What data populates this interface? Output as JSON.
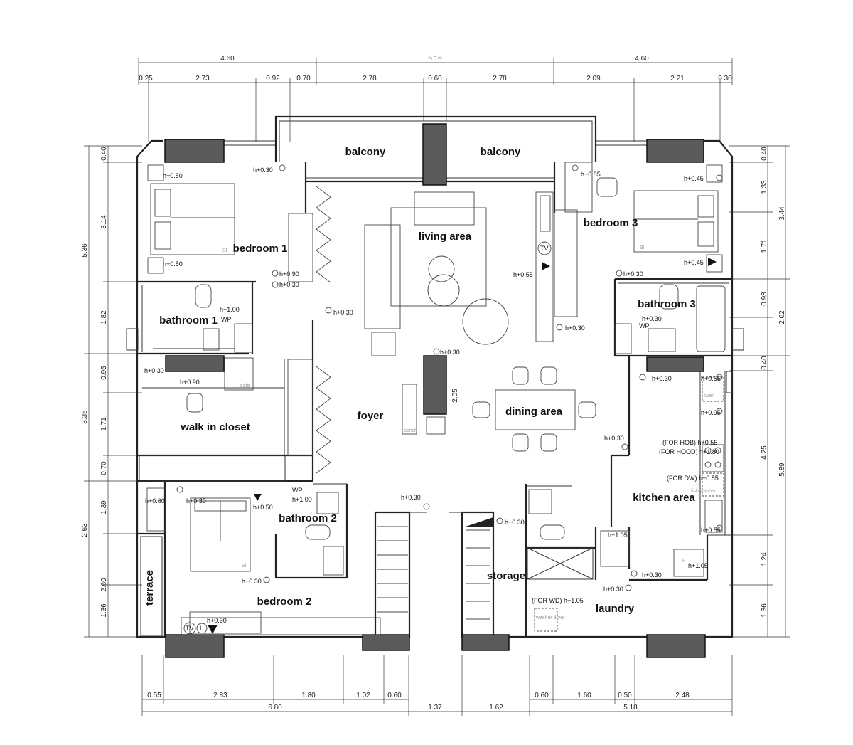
{
  "rooms": {
    "balcony_left": "balcony",
    "balcony_right": "balcony",
    "living": "living area",
    "bedroom1": "bedroom 1",
    "bedroom2": "bedroom 2",
    "bedroom3": "bedroom 3",
    "bathroom1": "bathroom 1",
    "bathroom2": "bathroom 2",
    "bathroom3": "bathroom 3",
    "walk_in": "walk in closet",
    "foyer": "foyer",
    "dining": "dining  area",
    "kitchen": "kitchen  area",
    "storage": "storage",
    "laundry": "laundry",
    "terrace": "terrace"
  },
  "dimensions": {
    "top_overall": [
      "4.60",
      "6.16",
      "4.60"
    ],
    "top_detail": [
      "0.25",
      "2.73",
      "0.92",
      "0.70",
      "2.78",
      "0.60",
      "2.78",
      "2.09",
      "2.21",
      "0.30"
    ],
    "bottom_detail": [
      "0.55",
      "2.83",
      "1.80",
      "1.02",
      "0.60",
      "0.60",
      "1.60",
      "0.50",
      "2.48"
    ],
    "bottom_overall": [
      "6.80",
      "1.37",
      "1.62",
      "5.18"
    ],
    "left_detail": [
      "0.40",
      "3.14",
      "1.82",
      "0.95",
      "1.71",
      "0.70",
      "1.39",
      "2.60",
      "1.36"
    ],
    "left_overall": [
      "5.36",
      "3.36",
      "2.63"
    ],
    "right_detail": [
      "0.40",
      "1.33",
      "1.71",
      "0.93",
      "0.40",
      "4.25",
      "1.24",
      "1.36"
    ],
    "right_overall": [
      "3.44",
      "2.02",
      "5.89"
    ],
    "column_height": "2.05"
  },
  "notes": {
    "h050a": "h+0.50",
    "h050b": "h+0.50",
    "h030_bal": "h+0.30",
    "h085": "h+0.85",
    "h045a": "h+0.45",
    "h045b": "h+0.45",
    "h090": "h+0.90",
    "h030_b1": "h+0.30",
    "h030_closet": "h+0.30",
    "h100": "h+1.00",
    "wp1": "WP",
    "h055_tv": "h+0.55",
    "h030_b3a": "h+0.30",
    "h030_b3b": "h+0.30",
    "wp3": "WP",
    "h030_tv": "h+0.30",
    "h030_col": "h+0.30",
    "h030_wic": "h+0.30",
    "h090_wic": "h+0.90",
    "h030_b3c": "h+0.30",
    "h055_oven": "h+0.55",
    "h095": "h+0.95",
    "hob": "(FOR HOB) h+0.55",
    "hood": "(FOR HOOD) h+1.80",
    "dw": "(FOR DW) h+0.55",
    "h055_k": "h+0.55",
    "h030_k": "h+0.30",
    "h060": "h+0.60",
    "h030_b2": "h+0.30",
    "h050_b2": "h+0.50",
    "wp2": "WP",
    "h100_b2": "h+1.00",
    "h030_foyer": "h+0.30",
    "h030_stor": "h+0.30",
    "h030_b2b": "h+0.30",
    "h090_b2": "h+0.90",
    "h105_l": "h+1.05",
    "h030_l": "h+0.30",
    "h030_l2": "h+0.30",
    "h105_k": "h+1.05",
    "wd": "(FOR WD) h+1.05",
    "tv": "TV",
    "l": "L"
  },
  "furniture_tags": {
    "tv1": "TV",
    "tv2": "TV",
    "sl1": "Sl",
    "sl2": "Sl",
    "sl3": "Sl",
    "safe": "safe",
    "bench": "bench",
    "oven": "oven",
    "washer": "dish washer",
    "washer_dryer": "washer dryer",
    "fridge": "F"
  }
}
